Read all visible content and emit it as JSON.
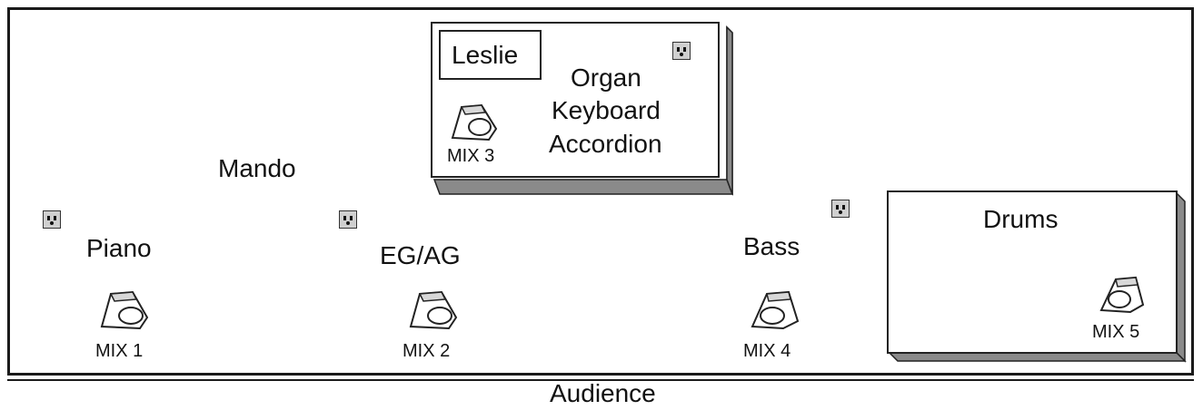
{
  "stage": {
    "audience_label": "Audience"
  },
  "instruments": {
    "piano": "Piano",
    "mando": "Mando",
    "eg_ag": "EG/AG",
    "bass": "Bass",
    "drums": "Drums",
    "leslie": "Leslie",
    "organ_lines": [
      "Organ",
      "Keyboard",
      "Accordion"
    ]
  },
  "monitors": {
    "mix1": "MIX 1",
    "mix2": "MIX 2",
    "mix3": "MIX 3",
    "mix4": "MIX 4",
    "mix5": "MIX 5"
  },
  "icons": {
    "outlet": "power-outlet-icon",
    "monitor": "floor-wedge-monitor-icon"
  },
  "colors": {
    "riser_shadow": "#8a8a8a",
    "outlet_fill": "#cfcfcf",
    "outline": "#1a1a1a"
  }
}
